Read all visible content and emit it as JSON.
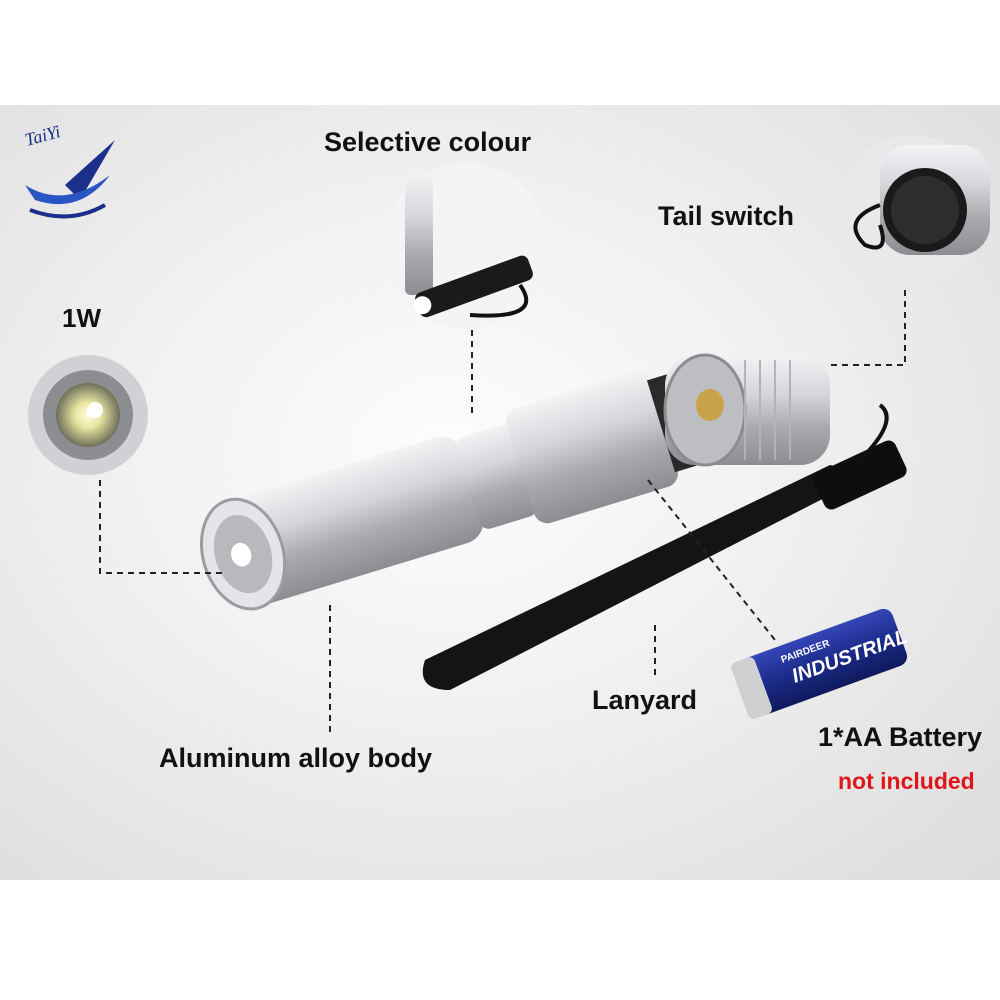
{
  "logo": {
    "brand_text": "TaiYi",
    "icon": "logo-icon"
  },
  "labels": {
    "selective_colour": "Selective colour",
    "tail_switch": "Tail switch",
    "power": "1W",
    "lanyard": "Lanyard",
    "body": "Aluminum alloy body",
    "battery": "1*AA Battery",
    "not_included": "not included"
  },
  "battery_brand": "PAIRDEER",
  "battery_text": "INDUSTRIAL",
  "colors": {
    "accent_red": "#e0161b",
    "battery_blue": "#1c2c8a",
    "aluminum": "#c8c9cc"
  }
}
